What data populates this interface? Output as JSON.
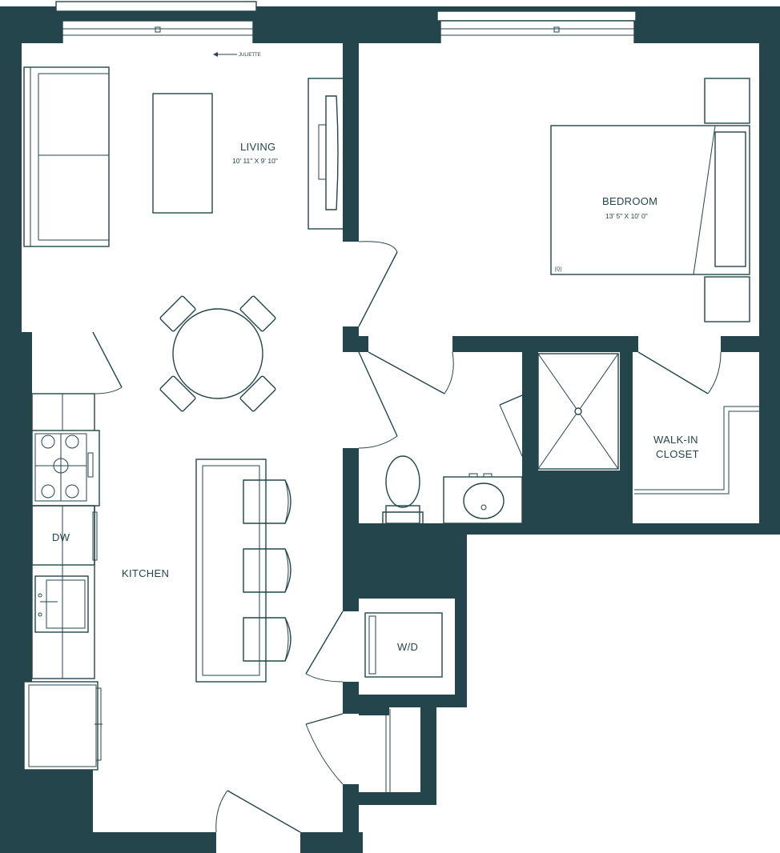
{
  "rooms": {
    "living": {
      "name": "LIVING",
      "dimensions": "10' 11\" X 9' 10\""
    },
    "bedroom": {
      "name": "BEDROOM",
      "dimensions": "13' 5\" X 10' 0\""
    },
    "kitchen": {
      "name": "KITCHEN"
    },
    "walk_in_closet": {
      "line1": "WALK-IN",
      "line2": "CLOSET"
    },
    "washer_dryer": {
      "name": "W/D"
    },
    "dishwasher": {
      "name": "DW"
    }
  },
  "annotations": {
    "juliette": "JULIETTE",
    "bed_size": "[Q]"
  },
  "colors": {
    "wall": "#23454b",
    "background": "#ffffff"
  }
}
